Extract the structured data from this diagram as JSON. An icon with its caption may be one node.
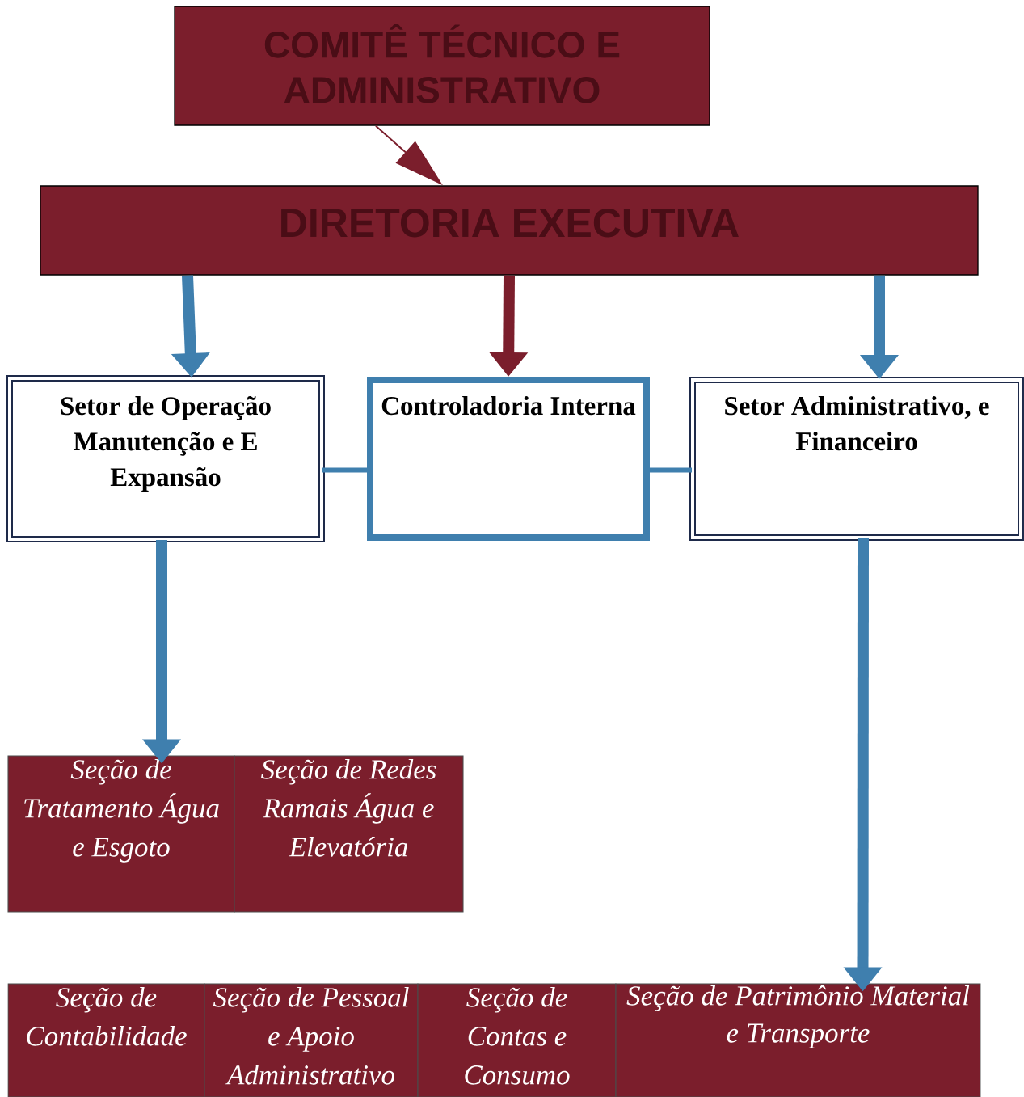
{
  "diagram": {
    "nodes": [
      {
        "text": [
          "COMITÊ TÉCNICO E ADMINISTRATIVO"
        ]
      },
      {
        "text": [
          "DIRETORIA EXECUTIVA"
        ]
      },
      {
        "text": [
          "Setor de Operação Manutenção e E Expansão"
        ]
      },
      {
        "text": [
          "Controladoria Interna"
        ]
      },
      {
        "text": [
          "Setor Administrativo, e Financeiro"
        ]
      },
      {
        "text": [
          "Seção de Tratamento Água e Esgoto"
        ]
      },
      {
        "text": [
          "Seção de Redes Ramais Água e Elevatória"
        ]
      },
      {
        "text": [
          "Seção de Contabilidade"
        ]
      },
      {
        "text": [
          "Seção de Pessoal e Apoio Administrativo"
        ]
      },
      {
        "text": [
          "Seção de Contas e Consumo"
        ]
      },
      {
        "text": [
          "Seção de Patrimônio Material e Transporte"
        ]
      }
    ],
    "edges": [
      {
        "from": 0,
        "to": 1,
        "arrow": "to",
        "color": "#7b1e2c"
      },
      {
        "from": 1,
        "to": 2,
        "arrow": "to"
      },
      {
        "from": 1,
        "to": 3,
        "arrow": "to",
        "color": "#7b1e2c"
      },
      {
        "from": 1,
        "to": 4,
        "arrow": "to"
      },
      {
        "from": 2,
        "to": 3,
        "arrow": "none"
      },
      {
        "from": 3,
        "to": 4,
        "arrow": "none"
      },
      {
        "from": 2,
        "to": 5,
        "arrow": "to"
      },
      {
        "from": 4,
        "to": 10,
        "arrow": "to"
      }
    ]
  }
}
